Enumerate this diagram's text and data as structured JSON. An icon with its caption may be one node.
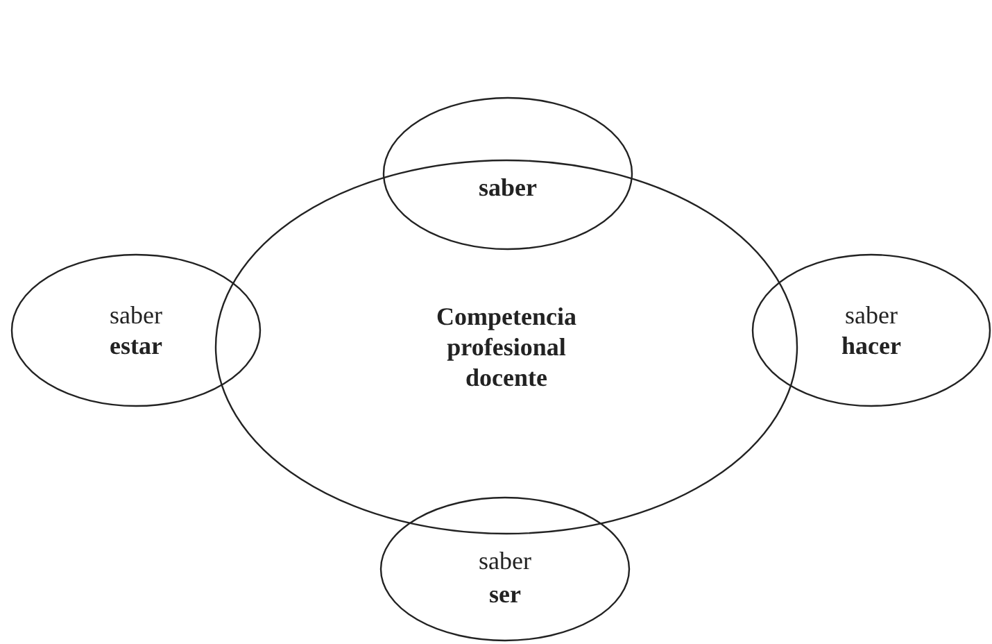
{
  "diagram": {
    "nodes": [
      {
        "text": [
          "saber"
        ]
      },
      {
        "text": [
          "saber **estar**"
        ]
      },
      {
        "text": [
          "Competencia profesional docente"
        ]
      },
      {
        "text": [
          "saber **hacer**"
        ]
      },
      {
        "text": [
          "saber **ser**"
        ]
      }
    ]
  }
}
